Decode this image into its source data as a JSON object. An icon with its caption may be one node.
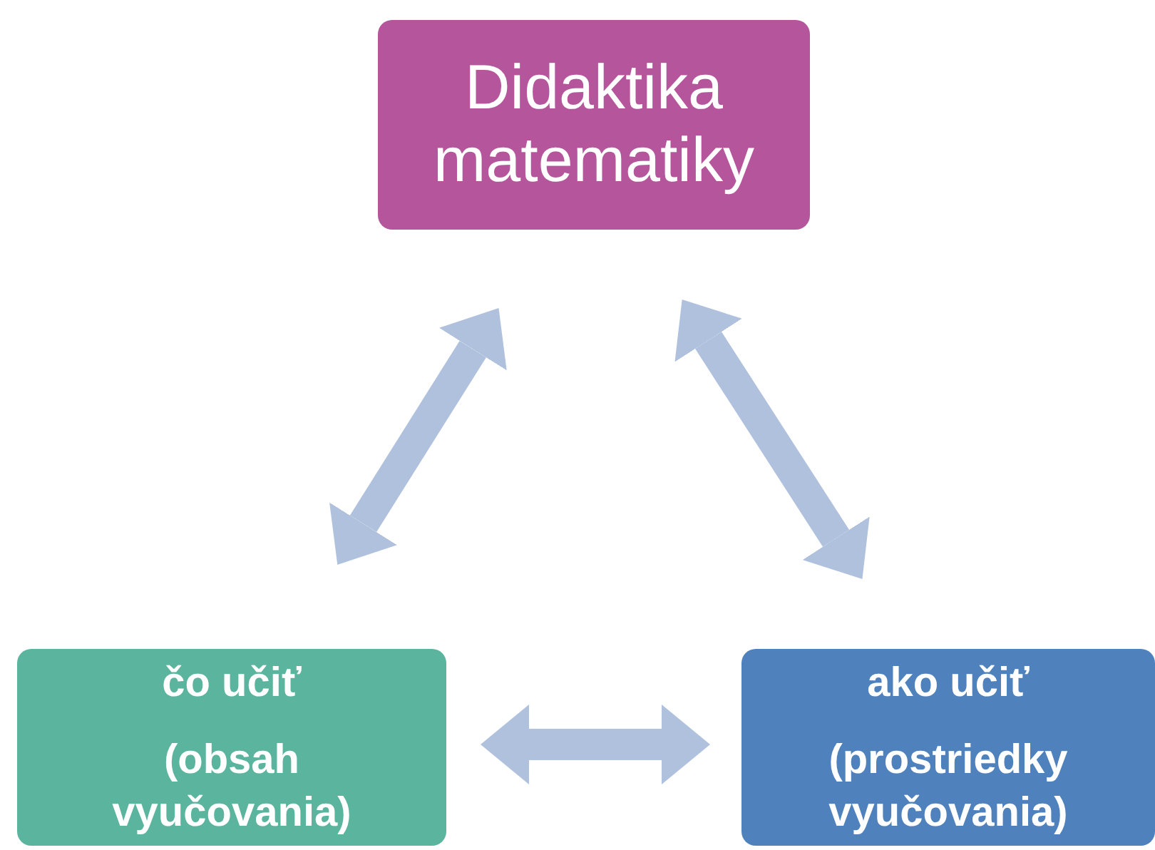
{
  "diagram": {
    "nodes": [
      {
        "text": [
          "Didaktika matematiky"
        ]
      },
      {
        "text": [
          "čo učiť",
          "(obsah vyučovania)"
        ]
      },
      {
        "text": [
          "ako učiť",
          "(prostriedky vyučovania)"
        ]
      }
    ],
    "edges": [
      {
        "from": 1,
        "to": 0,
        "arrow": "both",
        "color": "#b0c1dd"
      },
      {
        "from": 0,
        "to": 2,
        "arrow": "both",
        "color": "#b0c1dd"
      },
      {
        "from": 1,
        "to": 2,
        "arrow": "both",
        "color": "#b0c1dd"
      }
    ]
  }
}
